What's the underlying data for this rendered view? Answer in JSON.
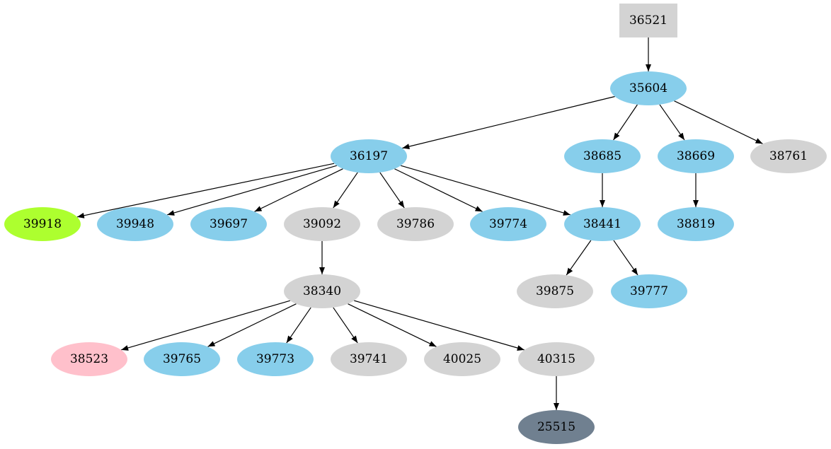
{
  "colors": {
    "gray": "#d3d3d3",
    "skyblue": "#87ceeb",
    "greenyellow": "#adff2f",
    "pink": "#ffc0cb",
    "slategray": "#708090",
    "edge": "#000000"
  },
  "nodes": [
    {
      "id": "36521",
      "label": "36521",
      "shape": "box",
      "color": "gray"
    },
    {
      "id": "35604",
      "label": "35604",
      "shape": "ellipse",
      "color": "skyblue"
    },
    {
      "id": "36197",
      "label": "36197",
      "shape": "ellipse",
      "color": "skyblue"
    },
    {
      "id": "38685",
      "label": "38685",
      "shape": "ellipse",
      "color": "skyblue"
    },
    {
      "id": "38669",
      "label": "38669",
      "shape": "ellipse",
      "color": "skyblue"
    },
    {
      "id": "38761",
      "label": "38761",
      "shape": "ellipse",
      "color": "gray"
    },
    {
      "id": "39918",
      "label": "39918",
      "shape": "ellipse",
      "color": "greenyellow"
    },
    {
      "id": "39948",
      "label": "39948",
      "shape": "ellipse",
      "color": "skyblue"
    },
    {
      "id": "39697",
      "label": "39697",
      "shape": "ellipse",
      "color": "skyblue"
    },
    {
      "id": "39092",
      "label": "39092",
      "shape": "ellipse",
      "color": "gray"
    },
    {
      "id": "39786",
      "label": "39786",
      "shape": "ellipse",
      "color": "gray"
    },
    {
      "id": "39774",
      "label": "39774",
      "shape": "ellipse",
      "color": "skyblue"
    },
    {
      "id": "38441",
      "label": "38441",
      "shape": "ellipse",
      "color": "skyblue"
    },
    {
      "id": "38819",
      "label": "38819",
      "shape": "ellipse",
      "color": "skyblue"
    },
    {
      "id": "38340",
      "label": "38340",
      "shape": "ellipse",
      "color": "gray"
    },
    {
      "id": "39875",
      "label": "39875",
      "shape": "ellipse",
      "color": "gray"
    },
    {
      "id": "39777",
      "label": "39777",
      "shape": "ellipse",
      "color": "skyblue"
    },
    {
      "id": "38523",
      "label": "38523",
      "shape": "ellipse",
      "color": "pink"
    },
    {
      "id": "39765",
      "label": "39765",
      "shape": "ellipse",
      "color": "skyblue"
    },
    {
      "id": "39773",
      "label": "39773",
      "shape": "ellipse",
      "color": "skyblue"
    },
    {
      "id": "39741",
      "label": "39741",
      "shape": "ellipse",
      "color": "gray"
    },
    {
      "id": "40025",
      "label": "40025",
      "shape": "ellipse",
      "color": "gray"
    },
    {
      "id": "40315",
      "label": "40315",
      "shape": "ellipse",
      "color": "gray"
    },
    {
      "id": "25515",
      "label": "25515",
      "shape": "ellipse",
      "color": "slategray"
    }
  ],
  "edges": [
    {
      "from": "36521",
      "to": "35604"
    },
    {
      "from": "35604",
      "to": "36197"
    },
    {
      "from": "35604",
      "to": "38685"
    },
    {
      "from": "35604",
      "to": "38669"
    },
    {
      "from": "35604",
      "to": "38761"
    },
    {
      "from": "36197",
      "to": "39918"
    },
    {
      "from": "36197",
      "to": "39948"
    },
    {
      "from": "36197",
      "to": "39697"
    },
    {
      "from": "36197",
      "to": "39092"
    },
    {
      "from": "36197",
      "to": "39786"
    },
    {
      "from": "36197",
      "to": "39774"
    },
    {
      "from": "36197",
      "to": "38441"
    },
    {
      "from": "38685",
      "to": "38441"
    },
    {
      "from": "38669",
      "to": "38819"
    },
    {
      "from": "39092",
      "to": "38340"
    },
    {
      "from": "38441",
      "to": "39875"
    },
    {
      "from": "38441",
      "to": "39777"
    },
    {
      "from": "38340",
      "to": "38523"
    },
    {
      "from": "38340",
      "to": "39765"
    },
    {
      "from": "38340",
      "to": "39773"
    },
    {
      "from": "38340",
      "to": "39741"
    },
    {
      "from": "38340",
      "to": "40025"
    },
    {
      "from": "38340",
      "to": "40315"
    },
    {
      "from": "40315",
      "to": "25515"
    }
  ]
}
